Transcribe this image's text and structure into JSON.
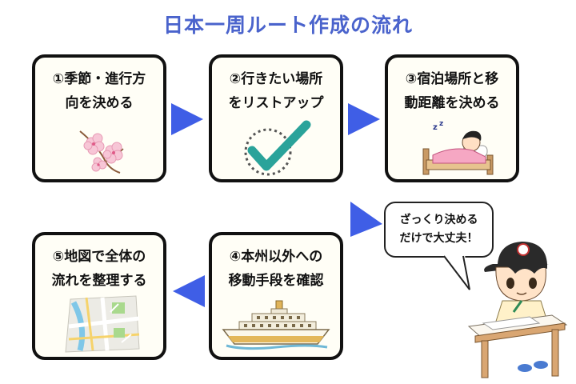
{
  "title": "日本一周ルート作成の流れ",
  "colors": {
    "title": "#4a63cc",
    "arrow": "#3f5ee6",
    "box_border": "#111111",
    "check": "#2aa39a"
  },
  "steps": [
    {
      "lines": [
        "①季節・進行方",
        "向を決める"
      ],
      "icon": "cherry-blossom-icon"
    },
    {
      "lines": [
        "②行きたい場所",
        "をリストアップ"
      ],
      "icon": "checkmark-icon"
    },
    {
      "lines": [
        "③宿泊場所と移",
        "動距離を決める"
      ],
      "icon": "sleeping-person-icon"
    },
    {
      "lines": [
        "④本州以外への",
        "移動手段を確認"
      ],
      "icon": "ferry-ship-icon"
    },
    {
      "lines": [
        "⑤地図で全体の",
        "流れを整理する"
      ],
      "icon": "map-icon"
    }
  ],
  "bubble": {
    "lines": [
      "ざっくり決める",
      "だけで大丈夫！"
    ]
  },
  "character_icon": "boy-writing-at-desk-icon"
}
